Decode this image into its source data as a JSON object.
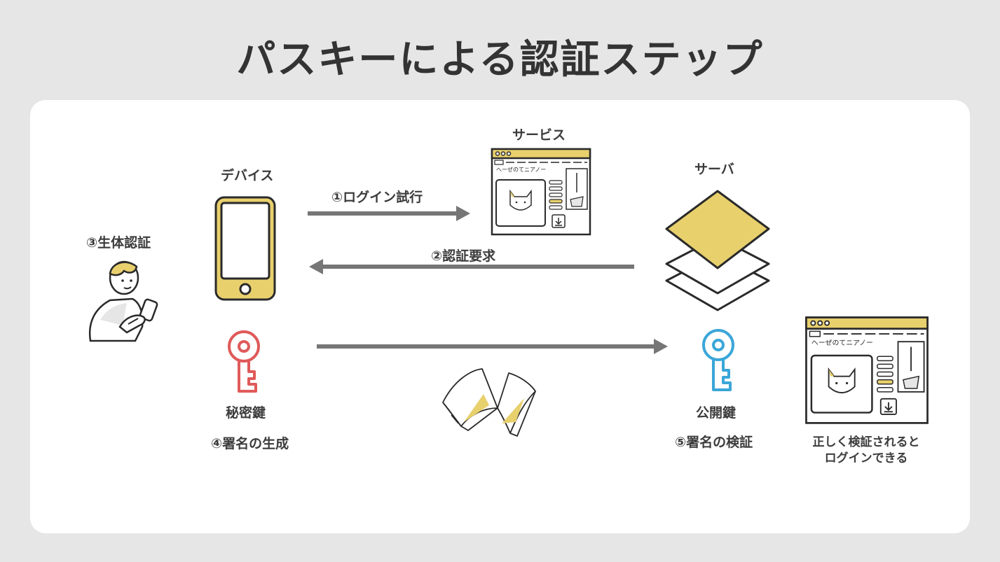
{
  "title": "パスキーによる認証ステップ",
  "labels": {
    "device": "デバイス",
    "service": "サービス",
    "server": "サーバ",
    "biometric": "③生体認証",
    "login_attempt": "①ログイン試行",
    "auth_request": "②認証要求",
    "private_key": "秘密鍵",
    "public_key": "公開鍵",
    "sign_create": "④署名の生成",
    "sign_verify": "⑤署名の検証",
    "result_line1": "正しく検証されると",
    "result_line2": "ログインできる"
  },
  "browser_heading": "へーぜのてニアノー",
  "colors": {
    "accent_yellow": "#e8d06d",
    "key_red": "#e05a5a",
    "key_blue": "#3aa6d8",
    "arrow_gray": "#767676",
    "line": "#2a2a2a"
  }
}
